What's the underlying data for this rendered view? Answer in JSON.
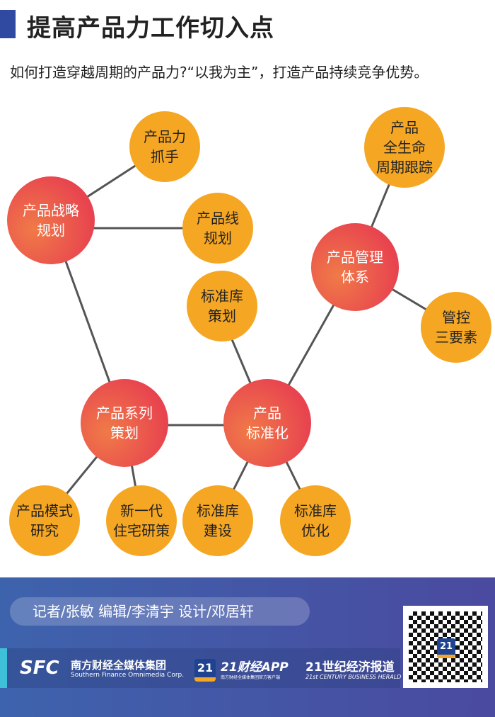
{
  "header": {
    "title": "提高产品力工作切入点",
    "subtitle": "如何打造穿越周期的产品力?“以我为主”，打造产品持续竞争优势。"
  },
  "nodes": {
    "strategy": "产品战略\n规划",
    "grip": "产品力\n抓手",
    "line": "产品线\n规划",
    "series": "产品系列\n策划",
    "standard": "产品\n标准化",
    "libplan": "标准库\n策划",
    "mgmt": "产品管理\n体系",
    "lifecycle": "产品\n全生命\n周期跟踪",
    "control": "管控\n三要素",
    "mode": "产品模式\n研究",
    "newgen": "新一代\n住宅研策",
    "libbuild": "标准库\n建设",
    "libopt": "标准库\n优化"
  },
  "footer": {
    "credits": "记者/张敏  编辑/李清宇  设计/邓居轩",
    "sfc_logo": "SFC",
    "sfc_name": "南方财经全媒体集团",
    "sfc_en": "Southern Finance Omnimedia Corp.",
    "badge": "21",
    "app_name": "21财经APP",
    "app_sub": "南方财经全媒体集团官方客户端",
    "herald_name": "21世纪经济报道",
    "herald_en": "21st CENTURY BUSINESS HERALD"
  },
  "colors": {
    "orange": "#f5a623",
    "red": "#e8434f",
    "blue": "#3e63ad"
  }
}
